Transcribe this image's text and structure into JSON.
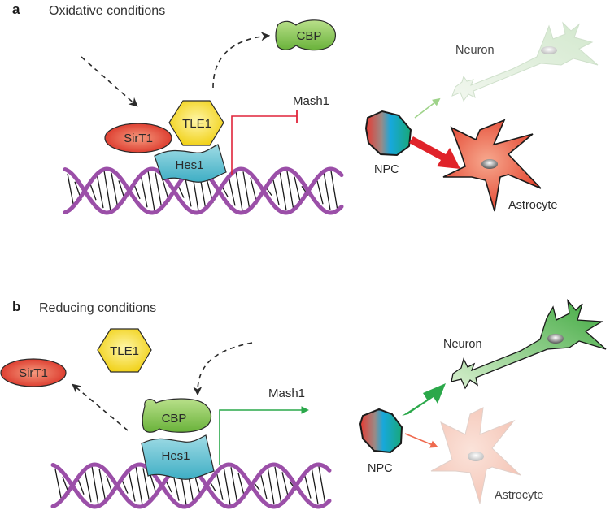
{
  "figure": {
    "panels": [
      {
        "letter": "a",
        "title": "Oxidative conditions",
        "proteins": {
          "sirt1": "SirT1",
          "tle1": "TLE1",
          "hes1": "Hes1",
          "cbp": "CBP"
        },
        "target_gene": "Mash1",
        "target_effect": "repressed",
        "cells": {
          "progenitor": "NPC",
          "neuron": "Neuron",
          "astrocyte": "Astrocyte"
        },
        "fate_bias": "astrocyte"
      },
      {
        "letter": "b",
        "title": "Reducing conditions",
        "proteins": {
          "sirt1": "SirT1",
          "tle1": "TLE1",
          "hes1": "Hes1",
          "cbp": "CBP"
        },
        "target_gene": "Mash1",
        "target_effect": "activated",
        "cells": {
          "progenitor": "NPC",
          "neuron": "Neuron",
          "astrocyte": "Astrocyte"
        },
        "fate_bias": "neuron"
      }
    ],
    "colors": {
      "dna_strand": "#9b4fa8",
      "sirt1": "#e0402f",
      "tle1": "#f2d81e",
      "hes1": "#5bbfd0",
      "cbp": "#7cbf45",
      "repression_line": "#e0243a",
      "activation_line": "#2aa84a",
      "astrocyte": "#e8523a",
      "neuron": "#4cae4c",
      "faded_neuron": "#d6ebd3",
      "faded_astrocyte": "#f6d3c8"
    }
  }
}
